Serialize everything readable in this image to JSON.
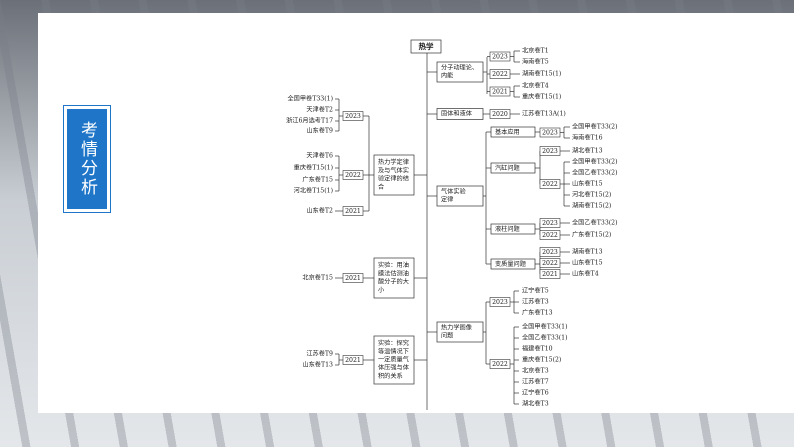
{
  "side_tab": "考情分析",
  "root": "热学",
  "topics": {
    "molecular": {
      "label": [
        "分子动理论、",
        "内能"
      ],
      "groups": [
        {
          "year": "2023",
          "items": [
            "北京卷T1",
            "海南卷T5"
          ]
        },
        {
          "year": "2022",
          "items": [
            "湖南卷T15(1)"
          ]
        },
        {
          "year": "2021",
          "items": [
            "北京卷T4",
            "重庆卷T15(1)"
          ]
        }
      ]
    },
    "solid_liquid": {
      "label": [
        "固体和液体"
      ],
      "groups": [
        {
          "year": "2020",
          "items": [
            "江苏卷T13A(1)"
          ]
        }
      ]
    },
    "gas_law": {
      "label": [
        "气体实验",
        "定律"
      ],
      "subs": [
        {
          "label": "基本应用",
          "groups": [
            {
              "year": "2023",
              "items": [
                "全国甲卷T33(2)",
                "海南卷T16"
              ]
            }
          ]
        },
        {
          "label": "汽缸问题",
          "groups": [
            {
              "year": "2023",
              "items": [
                "湖北卷T13"
              ]
            },
            {
              "year": "2022",
              "items": [
                "全国甲卷T33(2)",
                "全国乙卷T33(2)",
                "山东卷T15",
                "河北卷T15(2)",
                "湖南卷T15(2)"
              ]
            }
          ]
        },
        {
          "label": "液柱问题",
          "groups": [
            {
              "year": "2023",
              "items": [
                "全国乙卷T33(2)"
              ]
            },
            {
              "year": "2022",
              "items": [
                "广东卷T15(2)"
              ]
            }
          ]
        },
        {
          "label": "变质量问题",
          "groups": [
            {
              "year": "2023",
              "items": [
                "湖南卷T13"
              ]
            },
            {
              "year": "2022",
              "items": [
                "山东卷T15"
              ]
            },
            {
              "year": "2021",
              "items": [
                "山东卷T4"
              ]
            }
          ]
        }
      ]
    },
    "thermo_graph": {
      "label": [
        "热力学图像",
        "问题"
      ],
      "groups": [
        {
          "year": "2023",
          "items": [
            "辽宁卷T5",
            "江苏卷T3",
            "广东卷T13"
          ]
        },
        {
          "year": "2022",
          "items": [
            "全国甲卷T33(1)",
            "全国乙卷T33(1)",
            "福建卷T10",
            "重庆卷T15(2)",
            "北京卷T3",
            "江苏卷T7",
            "辽宁卷T6",
            "湖北卷T3"
          ]
        }
      ]
    },
    "thermo_law": {
      "label": [
        "热力学定律",
        "及与气体实",
        "验定律的结",
        "合"
      ],
      "groups": [
        {
          "year": "2023",
          "items": [
            "全国甲卷T33(1)",
            "天津卷T2",
            "浙江6月选考T17",
            "山东卷T9"
          ]
        },
        {
          "year": "2022",
          "items": [
            "天津卷T6",
            "重庆卷T15(1)",
            "广东卷T15",
            "河北卷T15(1)"
          ]
        },
        {
          "year": "2021",
          "items": [
            "山东卷T2"
          ]
        }
      ]
    },
    "oil_film": {
      "label": [
        "实验：用油",
        "膜法估测油",
        "酸分子的大",
        "小"
      ],
      "groups": [
        {
          "year": "2021",
          "items": [
            "北京卷T15"
          ]
        }
      ]
    },
    "gas_pressure": {
      "label": [
        "实验：探究",
        "等温情况下",
        "一定质量气",
        "体压强与体",
        "积的关系"
      ],
      "groups": [
        {
          "year": "2021",
          "items": [
            "江苏卷T9",
            "山东卷T13"
          ]
        }
      ]
    }
  }
}
